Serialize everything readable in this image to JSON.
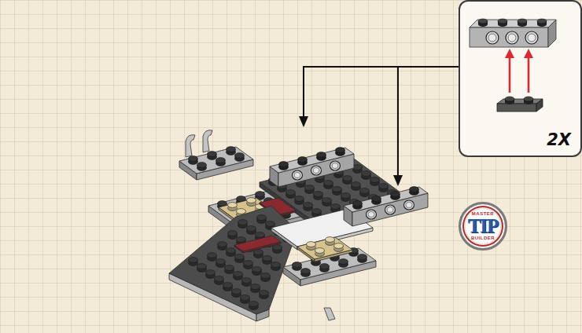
{
  "diagram": {
    "nodes": [
      {
        "text": [
          "2X"
        ]
      },
      {
        "text": [
          "MASTER",
          "TIP",
          "BUILDER"
        ]
      }
    ]
  }
}
